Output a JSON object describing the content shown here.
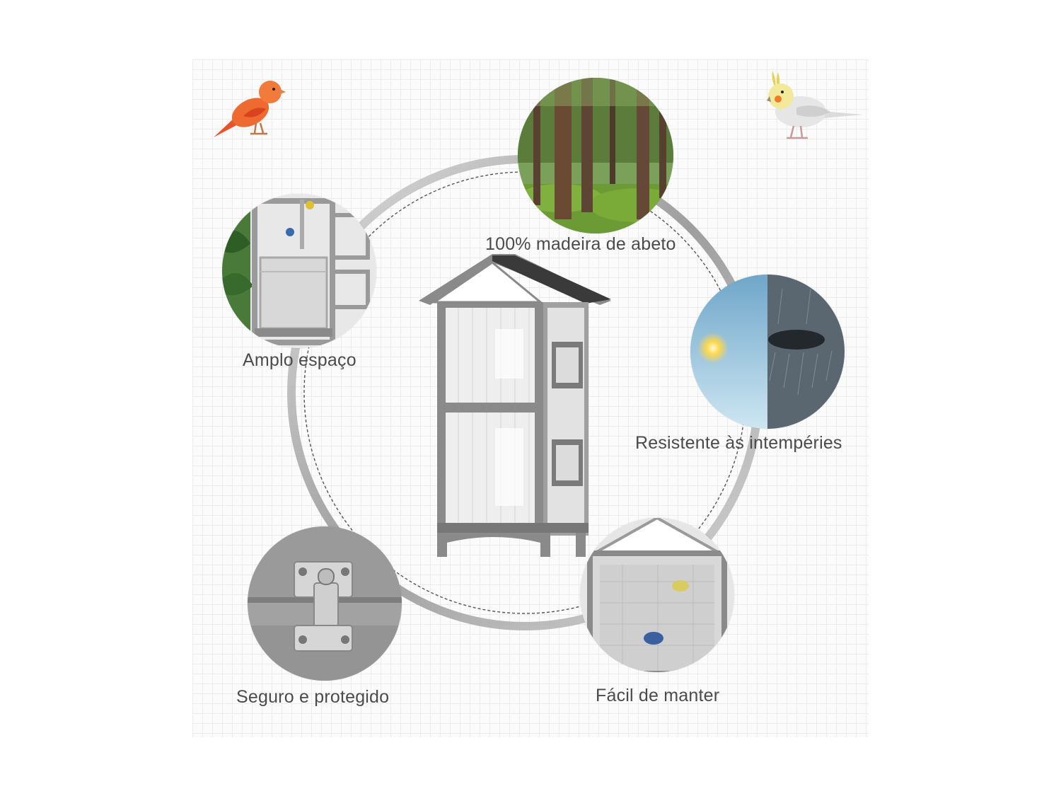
{
  "features": {
    "wood": "100% madeira de abeto",
    "space": "Amplo espaço",
    "weather": "Resistente às intempéries",
    "secure": "Seguro e protegido",
    "maintain": "Fácil de manter"
  },
  "colors": {
    "label": "#4b4b4b",
    "ring": "#9a9a9a",
    "cage_frame": "#8a8a8a",
    "roof": "#3a3a3a"
  },
  "icons": {
    "top_left": "red-canary-icon",
    "top_right": "cockatiel-icon"
  }
}
